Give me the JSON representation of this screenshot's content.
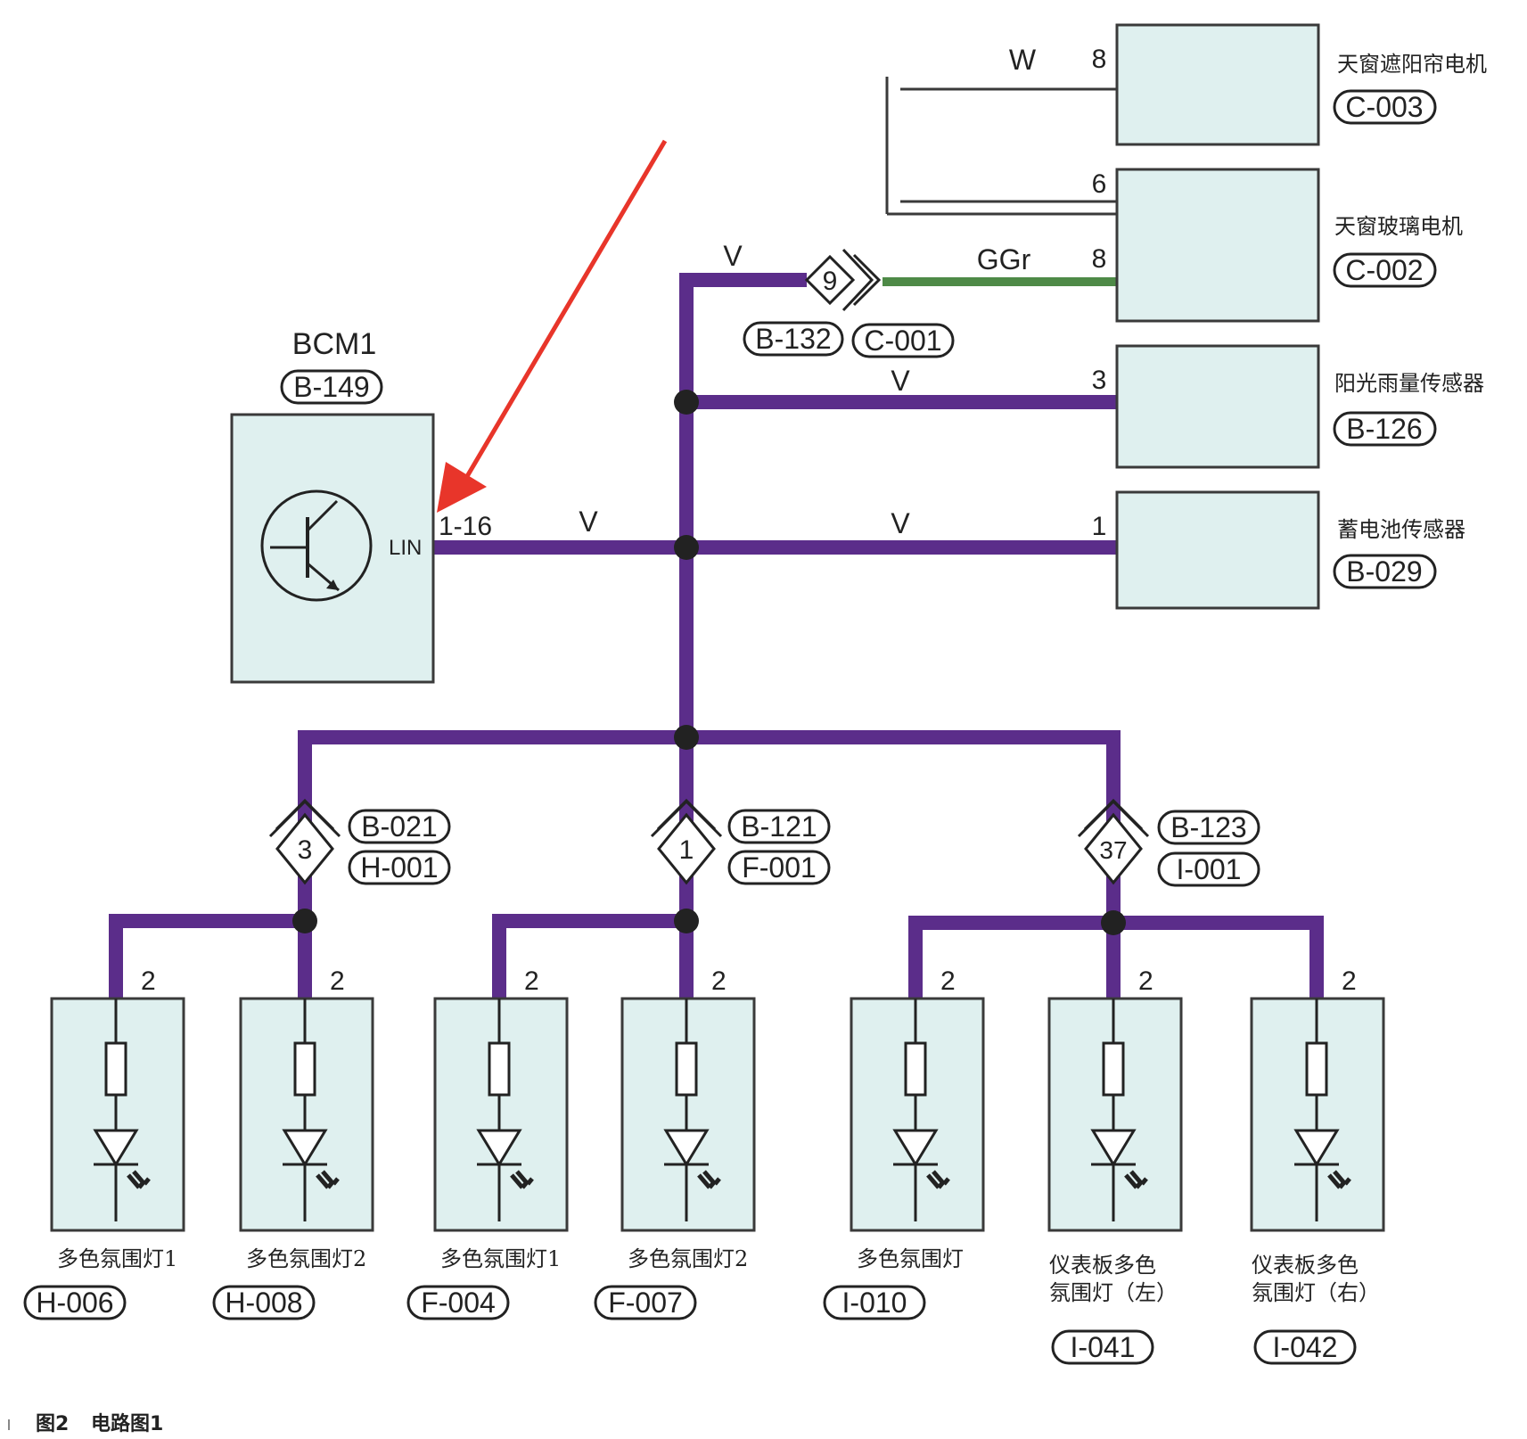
{
  "bcm": {
    "name": "BCM1",
    "code": "B-149",
    "pin": "1-16",
    "port": "LIN"
  },
  "wire_labels": {
    "main": "V",
    "sunroof_signal": "GGr",
    "sunroof_w": "W"
  },
  "connectors_top": {
    "num": "9",
    "left_code": "B-132",
    "right_code": "C-001"
  },
  "right_modules": [
    {
      "name": "天窗遮阳帘电机",
      "code": "C-003",
      "pins": [
        "8",
        ""
      ]
    },
    {
      "name": "天窗玻璃电机",
      "code": "C-002",
      "pins": [
        "6",
        "8"
      ]
    },
    {
      "name": "阳光雨量传感器",
      "code": "B-126",
      "pins": [
        "3"
      ]
    },
    {
      "name": "蓄电池传感器",
      "code": "B-029",
      "pins": [
        "1"
      ]
    }
  ],
  "branch_connectors": [
    {
      "num": "3",
      "code1": "B-021",
      "code2": "H-001"
    },
    {
      "num": "1",
      "code1": "B-121",
      "code2": "F-001"
    },
    {
      "num": "37",
      "code1": "B-123",
      "code2": "I-001"
    }
  ],
  "lamps": [
    {
      "pin": "2",
      "name": "多色氛围灯1",
      "name2": "",
      "code": "H-006"
    },
    {
      "pin": "2",
      "name": "多色氛围灯2",
      "name2": "",
      "code": "H-008"
    },
    {
      "pin": "2",
      "name": "多色氛围灯1",
      "name2": "",
      "code": "F-004"
    },
    {
      "pin": "2",
      "name": "多色氛围灯2",
      "name2": "",
      "code": "F-007"
    },
    {
      "pin": "2",
      "name": "多色氛围灯",
      "name2": "",
      "code": "I-010"
    },
    {
      "pin": "2",
      "name": "仪表板多色",
      "name2": "氛围灯（左）",
      "code": "I-041"
    },
    {
      "pin": "2",
      "name": "仪表板多色",
      "name2": "氛围灯（右）",
      "code": "I-042"
    }
  ],
  "caption": {
    "fig": "图2",
    "title": "电路图1"
  },
  "colors": {
    "wire_violet": "#5b2d8a",
    "wire_green": "#4e8a47",
    "module_fill": "#dff0ef",
    "arrow": "#e8352a"
  }
}
